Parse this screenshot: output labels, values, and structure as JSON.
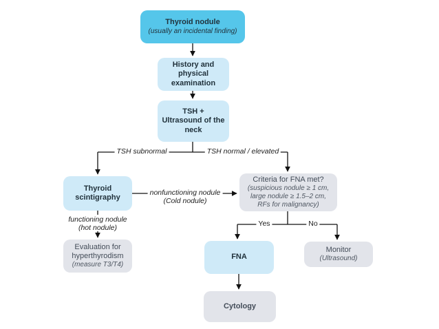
{
  "palette": {
    "accent_cyan": "#55c6ea",
    "light_blue": "#cfeaf8",
    "light_gray": "#e2e4ea",
    "line_color": "#111111",
    "dark_text": "#21323c",
    "gray_text": "#4e5661"
  },
  "diagram": {
    "boxes": {
      "thyroid_nodule": {
        "title": "Thyroid nodule",
        "subtitle": "(usually an incidental finding)"
      },
      "history_physical": {
        "title": "History and physical\nexamination"
      },
      "tsh_ultrasound": {
        "title": "TSH +\nUltrasound of the\nneck"
      },
      "thyroid_scintigraphy": {
        "title": "Thyroid\nscintigraphy"
      },
      "criteria_fna": {
        "title": "Criteria for FNA met?",
        "subtitle": "(suspicious nodule ≥ 1 cm,\nlarge nodule ≥ 1.5–2 cm,\nRFs for malignancy)"
      },
      "evaluation_hyperthyroidism": {
        "title": "Evaluation for\nhyperthyrodism",
        "subtitle": "(measure T3/T4)"
      },
      "fna": {
        "title": "FNA"
      },
      "monitor": {
        "title": "Monitor",
        "subtitle": "(Ultrasound)"
      },
      "cytology": {
        "title": "Cytology"
      }
    },
    "edge_labels": {
      "tsh_subnormal": "TSH subnormal",
      "tsh_normal_elevated": "TSH normal / elevated",
      "nonfunctioning_nodule": "nonfunctioning nodule",
      "cold_nodule": "(Cold nodule)",
      "functioning_nodule": "functioning nodule",
      "hot_nodule": "(hot nodule)",
      "yes": "Yes",
      "no": "No"
    }
  }
}
